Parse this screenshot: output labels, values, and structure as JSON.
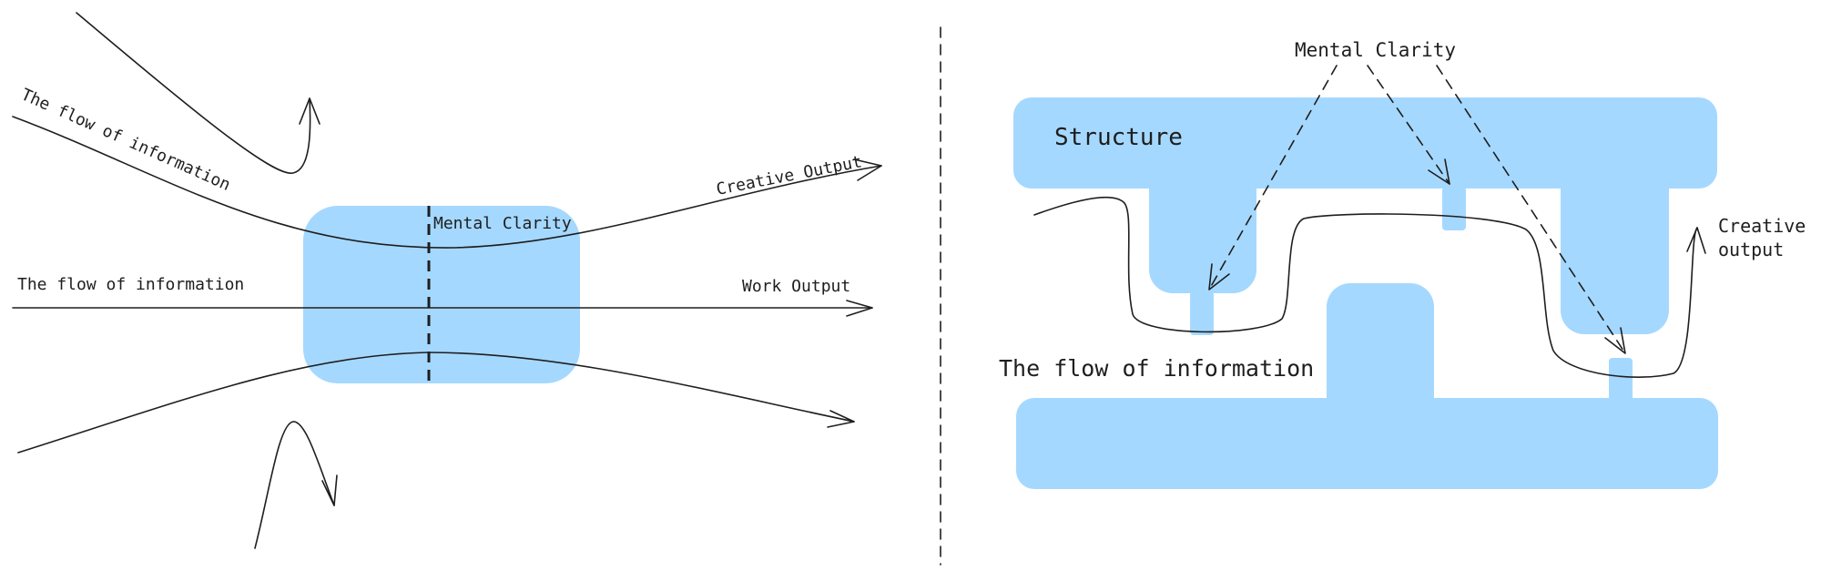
{
  "colors": {
    "shape_fill": "#a5d8ff",
    "stroke": "#1e1e1e",
    "background": "#ffffff"
  },
  "left": {
    "label_flow_top": "The flow of information",
    "label_flow_middle": "The flow of information",
    "label_creative": "Creative Output",
    "label_work": "Work Output",
    "label_clarity": "Mental Clarity"
  },
  "right": {
    "label_structure": "Structure",
    "label_clarity": "Mental Clarity",
    "label_flow": "The flow of information",
    "label_creative_line1": "Creative",
    "label_creative_line2": "output"
  }
}
